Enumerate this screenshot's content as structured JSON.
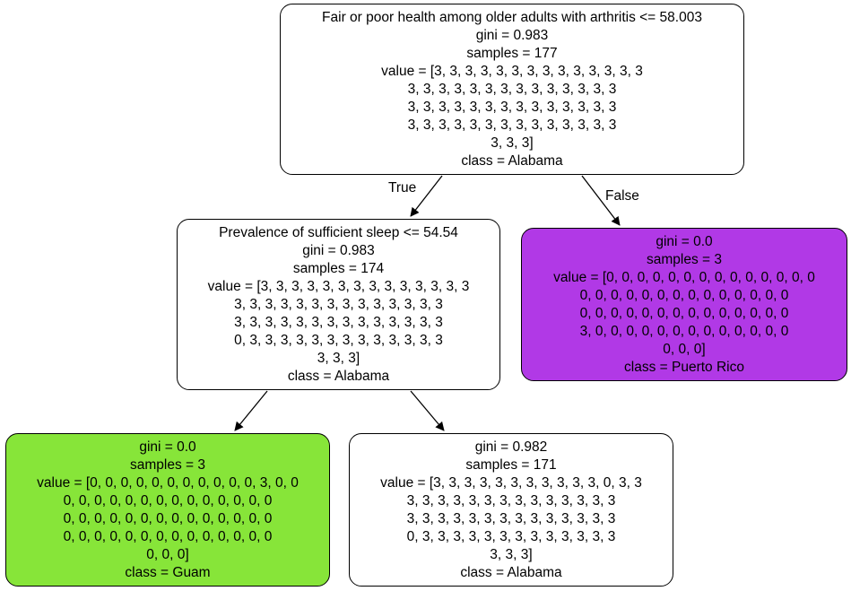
{
  "nodes": [
    {
      "id": "root",
      "split": "Fair or poor health among older adults with arthritis <= 58.003",
      "gini": "gini = 0.983",
      "samples": "samples = 177",
      "value_lines": [
        "value = [3, 3, 3, 3, 3, 3, 3, 3, 3, 3, 3, 3, 3, 3",
        "3, 3, 3, 3, 3, 3, 3, 3, 3, 3, 3, 3, 3, 3",
        "3, 3, 3, 3, 3, 3, 3, 3, 3, 3, 3, 3, 3, 3",
        "3, 3, 3, 3, 3, 3, 3, 3, 3, 3, 3, 3, 3, 3",
        "3, 3, 3]"
      ],
      "class": "class = Alabama",
      "fill": "#ffffff"
    },
    {
      "id": "left",
      "split": "Prevalence of sufficient sleep <= 54.54",
      "gini": "gini = 0.983",
      "samples": "samples = 174",
      "value_lines": [
        "value = [3, 3, 3, 3, 3, 3, 3, 3, 3, 3, 3, 3, 3, 3",
        "3, 3, 3, 3, 3, 3, 3, 3, 3, 3, 3, 3, 3, 3",
        "3, 3, 3, 3, 3, 3, 3, 3, 3, 3, 3, 3, 3, 3",
        "0, 3, 3, 3, 3, 3, 3, 3, 3, 3, 3, 3, 3, 3",
        "3, 3, 3]"
      ],
      "class": "class = Alabama",
      "fill": "#ffffff"
    },
    {
      "id": "right-leaf",
      "split": "",
      "gini": "gini = 0.0",
      "samples": "samples = 3",
      "value_lines": [
        "value = [0, 0, 0, 0, 0, 0, 0, 0, 0, 0, 0, 0, 0, 0",
        "0, 0, 0, 0, 0, 0, 0, 0, 0, 0, 0, 0, 0, 0",
        "0, 0, 0, 0, 0, 0, 0, 0, 0, 0, 0, 0, 0, 0",
        "3, 0, 0, 0, 0, 0, 0, 0, 0, 0, 0, 0, 0, 0",
        "0, 0, 0]"
      ],
      "class": "class = Puerto Rico",
      "fill": "#b139e6"
    },
    {
      "id": "left-left-leaf",
      "split": "",
      "gini": "gini = 0.0",
      "samples": "samples = 3",
      "value_lines": [
        "value = [0, 0, 0, 0, 0, 0, 0, 0, 0, 0, 0, 3, 0, 0",
        "0, 0, 0, 0, 0, 0, 0, 0, 0, 0, 0, 0, 0, 0",
        "0, 0, 0, 0, 0, 0, 0, 0, 0, 0, 0, 0, 0, 0",
        "0, 0, 0, 0, 0, 0, 0, 0, 0, 0, 0, 0, 0, 0",
        "0, 0, 0]"
      ],
      "class": "class = Guam",
      "fill": "#87e539"
    },
    {
      "id": "left-right-leaf",
      "split": "",
      "gini": "gini = 0.982",
      "samples": "samples = 171",
      "value_lines": [
        "value = [3, 3, 3, 3, 3, 3, 3, 3, 3, 3, 3, 0, 3, 3",
        "3, 3, 3, 3, 3, 3, 3, 3, 3, 3, 3, 3, 3, 3",
        "3, 3, 3, 3, 3, 3, 3, 3, 3, 3, 3, 3, 3, 3",
        "0, 3, 3, 3, 3, 3, 3, 3, 3, 3, 3, 3, 3, 3",
        "3, 3, 3]"
      ],
      "class": "class = Alabama",
      "fill": "#ffffff"
    }
  ],
  "edges": {
    "true_label": "True",
    "false_label": "False"
  },
  "colors": {
    "edge": "#000000",
    "border": "#000000"
  }
}
